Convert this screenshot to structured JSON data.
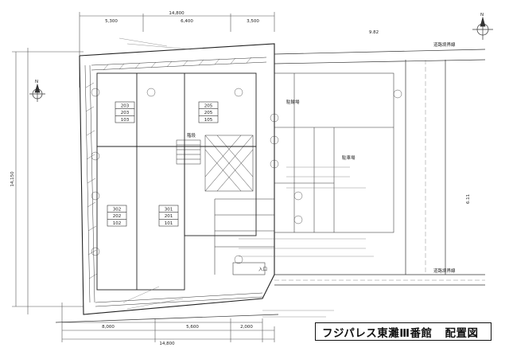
{
  "title": {
    "building": "フジパレス東灘Ⅲ番館",
    "sheet": "配置図"
  },
  "dimensions": {
    "top_total": "14,800",
    "top_seg_left": "5,300",
    "top_seg_mid": "6,400",
    "top_seg_right": "3,500",
    "bottom_total": "14,800",
    "bottom_seg_left": "8,000",
    "bottom_seg_mid": "5,600",
    "bottom_seg_right": "2,000",
    "left_total": "14,150",
    "right_road_a": "9.82",
    "road_width": "6.11"
  },
  "rooms": {
    "block_a": [
      "203",
      "203",
      "103"
    ],
    "block_b": [
      "205",
      "205",
      "105"
    ],
    "block_c": [
      "302",
      "202",
      "102"
    ],
    "block_d": [
      "301",
      "201",
      "101"
    ]
  },
  "labels": {
    "road_top_right": "道路境界線",
    "road_bottom_right": "道路境界線",
    "bicycle": "駐輪場",
    "parking": "駐車場",
    "entrance": "入口",
    "stair": "階段",
    "north": "N"
  }
}
